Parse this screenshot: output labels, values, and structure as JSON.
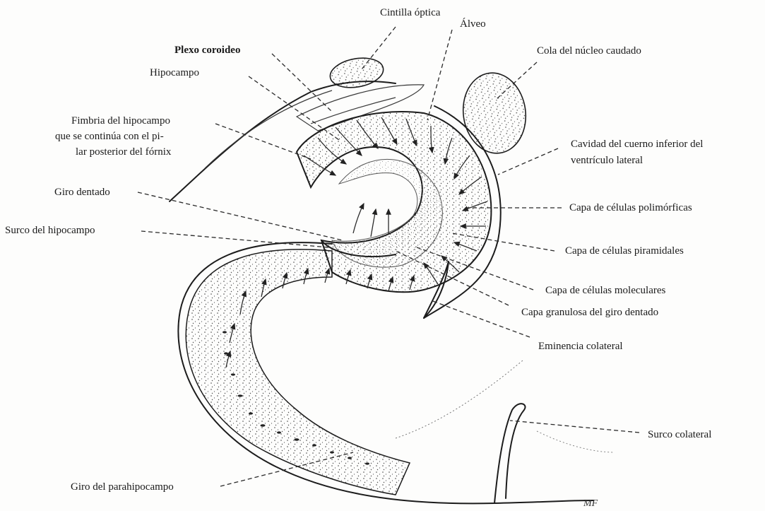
{
  "labels": {
    "cintilla_optica": "Cintilla óptica",
    "alveo": "Álveo",
    "plexo_coroideo": "Plexo coroideo",
    "cola_nucleo_caudado": "Cola del núcleo caudado",
    "hipocampo": "Hipocampo",
    "fimbria_l1": "Fimbria del hipocampo",
    "fimbria_l2": "que se continúa con el pi-",
    "fimbria_l3": "lar posterior del fórnix",
    "cavidad_l1": "Cavidad del cuerno inferior del",
    "cavidad_l2": "ventrículo lateral",
    "giro_dentado": "Giro dentado",
    "capa_polimorficas": "Capa de células polimórficas",
    "surco_hipocampo": "Surco del hipocampo",
    "capa_piramidales": "Capa de células piramidales",
    "capa_moleculares": "Capa de células moleculares",
    "capa_granulosa": "Capa granulosa del giro dentado",
    "eminencia_colateral": "Eminencia colateral",
    "surco_colateral": "Surco colateral",
    "giro_parahipocampo": "Giro del parahipocampo",
    "signature": "MF"
  }
}
